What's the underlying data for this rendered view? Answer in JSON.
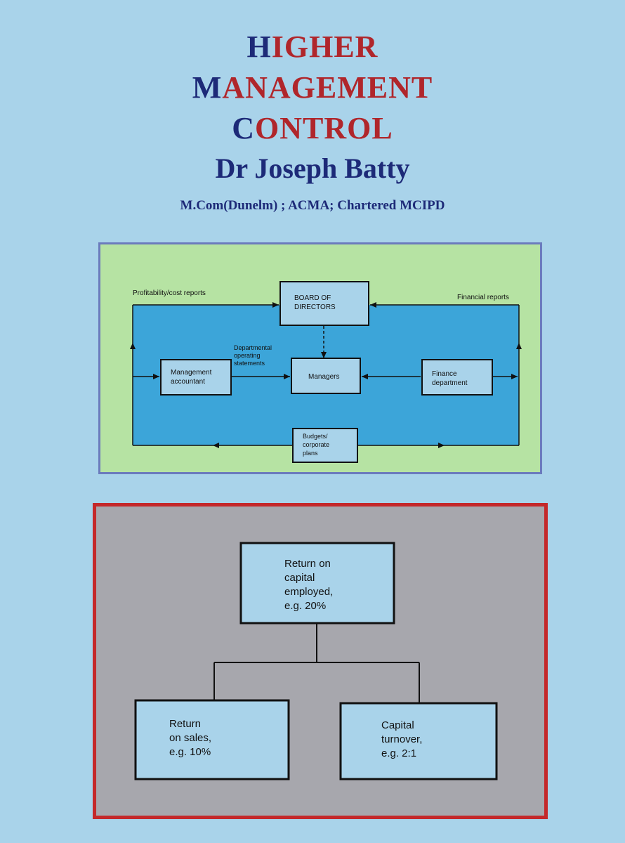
{
  "cover": {
    "title_lines": [
      {
        "initial": "H",
        "rest": "IGHER"
      },
      {
        "initial": "M",
        "rest": "ANAGEMENT"
      },
      {
        "initial": "C",
        "rest": "ONTROL"
      }
    ],
    "author": "Dr Joseph Batty",
    "qualifications": "M.Com(Dunelm) ; ACMA; Chartered MCIPD",
    "colors": {
      "background": "#a9d3ea",
      "title_initial": "#1d2a78",
      "title_rest": "#b0262b",
      "panel1_bg": "#b6e3a3",
      "panel1_inner": "#3ca5d9",
      "panel2_bg": "#a7a7ad",
      "panel2_border": "#c4282a"
    }
  },
  "diagram1": {
    "board": [
      "BOARD OF",
      "DIRECTORS"
    ],
    "profitability_label": "Profitability/cost reports",
    "financial_label": "Financial reports",
    "departmental_label": [
      "Departmental",
      "operating",
      "statements"
    ],
    "mgmt_accountant": [
      "Management",
      "accountant"
    ],
    "managers": "Managers",
    "finance_dept": [
      "Finance",
      "department"
    ],
    "budgets": [
      "Budgets/",
      "corporate",
      "plans"
    ]
  },
  "diagram2": {
    "roce": [
      "Return on",
      "capital",
      "employed,",
      "e.g. 20%"
    ],
    "ros": [
      "Return",
      "on sales,",
      "e.g. 10%"
    ],
    "turnover": [
      "Capital",
      "turnover,",
      "e.g. 2:1"
    ]
  }
}
